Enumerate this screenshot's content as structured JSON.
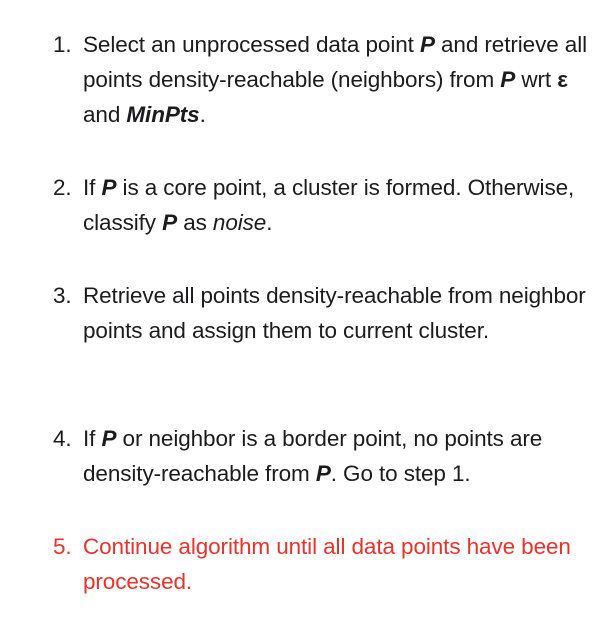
{
  "steps": [
    {
      "number": "1.",
      "parts": [
        {
          "text": "Select an unprocessed data point ",
          "style": "normal"
        },
        {
          "text": "P",
          "style": "bold-italic"
        },
        {
          "text": " and retrieve all points density-reachable (neighbors) from ",
          "style": "normal"
        },
        {
          "text": "P",
          "style": "bold-italic"
        },
        {
          "text": " wrt ",
          "style": "normal"
        },
        {
          "text": "ε",
          "style": "bold"
        },
        {
          "text": " and ",
          "style": "normal"
        },
        {
          "text": "MinPts",
          "style": "bold-italic"
        },
        {
          "text": ".",
          "style": "normal"
        }
      ]
    },
    {
      "number": "2.",
      "parts": [
        {
          "text": "If ",
          "style": "normal"
        },
        {
          "text": "P",
          "style": "bold-italic"
        },
        {
          "text": " is a core point, a cluster is formed. Otherwise, classify ",
          "style": "normal"
        },
        {
          "text": "P",
          "style": "bold-italic"
        },
        {
          "text": " as ",
          "style": "normal"
        },
        {
          "text": "noise",
          "style": "italic"
        },
        {
          "text": ".",
          "style": "normal"
        }
      ]
    },
    {
      "number": "3.",
      "parts": [
        {
          "text": "Retrieve all points density-reachable from neighbor points and assign them to current cluster.",
          "style": "normal"
        }
      ]
    },
    {
      "number": "4.",
      "parts": [
        {
          "text": "If ",
          "style": "normal"
        },
        {
          "text": "P",
          "style": "bold-italic"
        },
        {
          "text": " or neighbor is a border point, no points are density-reachable from ",
          "style": "normal"
        },
        {
          "text": "P",
          "style": "bold-italic"
        },
        {
          "text": ". Go to step 1.",
          "style": "normal"
        }
      ]
    },
    {
      "number": "5.",
      "parts": [
        {
          "text": "Continue algorithm until all data points have been processed.",
          "style": "normal"
        }
      ]
    }
  ],
  "colors": {
    "text": "#1c1c1e",
    "highlight": "#e8322b",
    "background": "#ffffff"
  }
}
